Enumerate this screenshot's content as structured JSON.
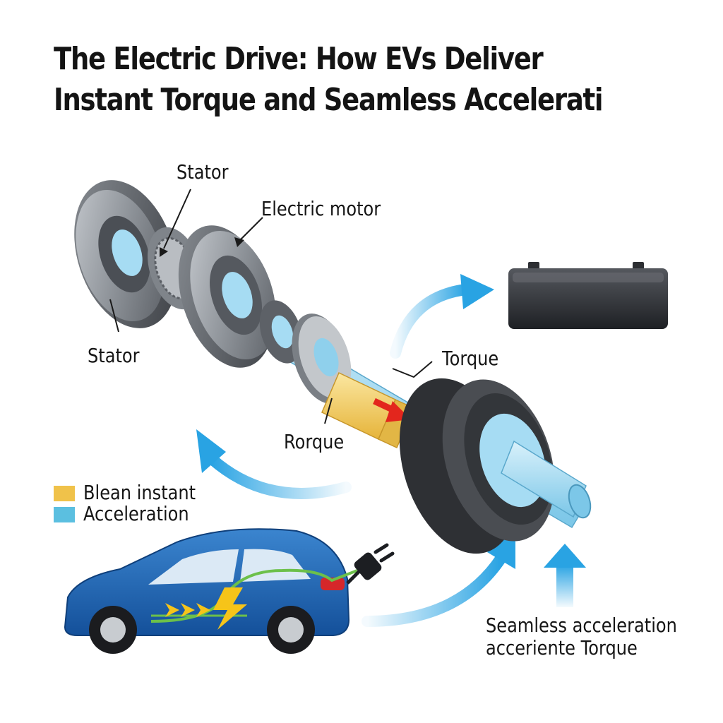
{
  "title": {
    "line1": "The Electric Drive: How EVs Deliver",
    "line2": "Instant Torque and Seamless Accelerati"
  },
  "labels": {
    "stator_top": "Stator",
    "electric_motor": "Electric motor",
    "stator_left": "Stator",
    "torque": "Torque",
    "rorque": "Rorque",
    "caption_line1": "Seamless acceleration",
    "caption_line2": "acceriente Torque"
  },
  "legend": [
    {
      "label": "Blean instant",
      "color": "#f0c24a"
    },
    {
      "label": "Acceleration",
      "color": "#5bbfe0"
    }
  ],
  "colors": {
    "motor_metal": "#8e9399",
    "shaft": "#a6dcf3",
    "torque_coupling": "#f2cd55",
    "torque_arrow": "#e3261d",
    "flow_arrow": "#29a3e3",
    "car_body": "#2166b0",
    "battery": "#2d2f33",
    "energy_line": "#6cc04a",
    "bolt": "#f6c419"
  },
  "icons": [
    "battery-icon",
    "plug-icon",
    "lightning-bolt-icon",
    "chevron-arrows-icon"
  ]
}
